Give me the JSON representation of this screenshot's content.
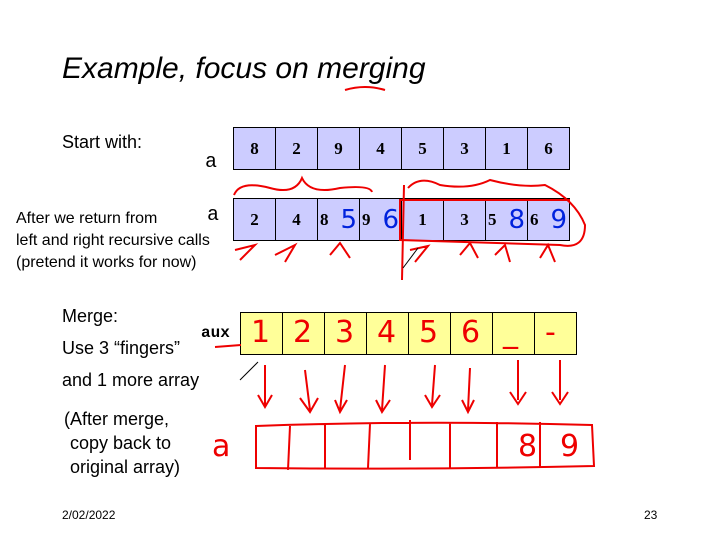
{
  "title_prefix": "Example, focus on ",
  "title_emph": "merging",
  "start_label": "Start with:",
  "array_label": "a",
  "start_array": [
    "8",
    "2",
    "9",
    "4",
    "5",
    "3",
    "1",
    "6"
  ],
  "after_text": [
    "After we return from",
    "left and right recursive calls",
    "(pretend it works for now)"
  ],
  "after_array": [
    "2",
    "4",
    "8",
    "9",
    "1",
    "3",
    "5",
    "6"
  ],
  "after_handwritten": {
    "2": "5",
    "3": "6",
    "6": "8",
    "7": "9"
  },
  "merge_text": [
    "Merge:",
    "Use 3 “fingers”",
    "and 1 more array"
  ],
  "aux_label": "aux",
  "aux_handwritten": [
    "1",
    "2",
    "3",
    "4",
    "5",
    "6",
    "_",
    "-"
  ],
  "copy_text": [
    "(After merge,",
    "copy back to",
    "original array)"
  ],
  "copy_label_handwritten": "a",
  "copy_handwritten": [
    "",
    "",
    "",
    "",
    "",
    "",
    "8",
    "9"
  ],
  "footer": {
    "date": "2/02/2022",
    "page": "23"
  },
  "colors": {
    "array": "#ccccff",
    "aux": "#ffff99",
    "ink_red": "#ee0000",
    "ink_blue": "#0022dd"
  }
}
